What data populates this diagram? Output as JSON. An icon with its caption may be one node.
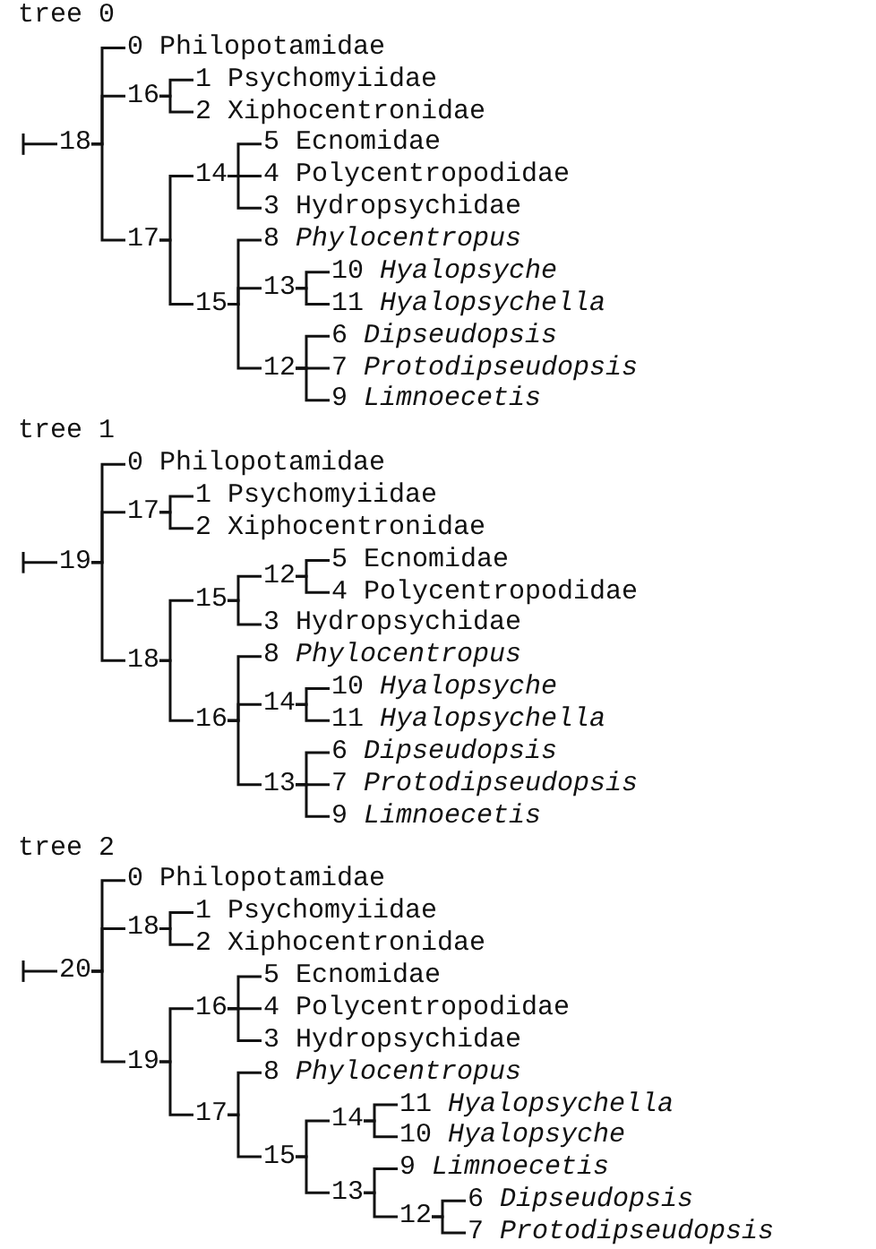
{
  "diagram": {
    "nodes": [
      {
        "text": [
          "18"
        ]
      },
      {
        "text": [
          "0 Philopotamidae"
        ]
      },
      {
        "text": [
          "16"
        ]
      },
      {
        "text": [
          "1 Psychomyiidae"
        ]
      },
      {
        "text": [
          "2 Xiphocentronidae"
        ]
      },
      {
        "text": [
          "17"
        ]
      },
      {
        "text": [
          "14"
        ]
      },
      {
        "text": [
          "5 Ecnomidae"
        ]
      },
      {
        "text": [
          "4 Polycentropodidae"
        ]
      },
      {
        "text": [
          "3 Hydropsychidae"
        ]
      },
      {
        "text": [
          "15"
        ]
      },
      {
        "text": [
          "8 *Phylocentropus*"
        ]
      },
      {
        "text": [
          "13"
        ]
      },
      {
        "text": [
          "10 *Hyalopsyche*"
        ]
      },
      {
        "text": [
          "11 *Hyalopsychella*"
        ]
      },
      {
        "text": [
          "12"
        ]
      },
      {
        "text": [
          "6 *Dipseudopsis*"
        ]
      },
      {
        "text": [
          "7 *Protodipseudopsis*"
        ]
      },
      {
        "text": [
          "9 *Limnoecetis*"
        ]
      },
      {
        "text": [
          "19"
        ]
      },
      {
        "text": [
          "0 Philopotamidae"
        ]
      },
      {
        "text": [
          "17"
        ]
      },
      {
        "text": [
          "1 Psychomyiidae"
        ]
      },
      {
        "text": [
          "2 Xiphocentronidae"
        ]
      },
      {
        "text": [
          "18"
        ]
      },
      {
        "text": [
          "15"
        ]
      },
      {
        "text": [
          "12"
        ]
      },
      {
        "text": [
          "5 Ecnomidae"
        ]
      },
      {
        "text": [
          "4 Polycentropodidae"
        ]
      },
      {
        "text": [
          "3 Hydropsychidae"
        ]
      },
      {
        "text": [
          "16"
        ]
      },
      {
        "text": [
          "8 *Phylocentropus*"
        ]
      },
      {
        "text": [
          "14"
        ]
      },
      {
        "text": [
          "10 *Hyalopsyche*"
        ]
      },
      {
        "text": [
          "11 *Hyalopsychella*"
        ]
      },
      {
        "text": [
          "13"
        ]
      },
      {
        "text": [
          "6 *Dipseudopsis*"
        ]
      },
      {
        "text": [
          "7 *Protodipseudopsis*"
        ]
      },
      {
        "text": [
          "9 *Limnoecetis*"
        ]
      },
      {
        "text": [
          "20"
        ]
      },
      {
        "text": [
          "0 Philopotamidae"
        ]
      },
      {
        "text": [
          "18"
        ]
      },
      {
        "text": [
          "1 Psychomyiidae"
        ]
      },
      {
        "text": [
          "2 Xiphocentronidae"
        ]
      },
      {
        "text": [
          "19"
        ]
      },
      {
        "text": [
          "16"
        ]
      },
      {
        "text": [
          "5 Ecnomidae"
        ]
      },
      {
        "text": [
          "4 Polycentropodidae"
        ]
      },
      {
        "text": [
          "3 Hydropsychidae"
        ]
      },
      {
        "text": [
          "17"
        ]
      },
      {
        "text": [
          "8 *Phylocentropus*"
        ]
      },
      {
        "text": [
          "15"
        ]
      },
      {
        "text": [
          "14"
        ]
      },
      {
        "text": [
          "11 *Hyalopsychella*"
        ]
      },
      {
        "text": [
          "10 *Hyalopsyche*"
        ]
      },
      {
        "text": [
          "13"
        ]
      },
      {
        "text": [
          "9 *Limnoecetis*"
        ]
      },
      {
        "text": [
          "12"
        ]
      },
      {
        "text": [
          "6 *Dipseudopsis*"
        ]
      },
      {
        "text": [
          "7 *Protodipseudopsis*"
        ]
      }
    ],
    "edges": [
      {
        "from": null,
        "to": 0,
        "arrow": "other"
      },
      {
        "from": 0,
        "to": 1,
        "arrow": "none"
      },
      {
        "from": 0,
        "to": 2,
        "arrow": "none"
      },
      {
        "from": 0,
        "to": 5,
        "arrow": "none"
      },
      {
        "from": 2,
        "to": 3,
        "arrow": "none"
      },
      {
        "from": 2,
        "to": 4,
        "arrow": "none"
      },
      {
        "from": 5,
        "to": 6,
        "arrow": "none"
      },
      {
        "from": 5,
        "to": 10,
        "arrow": "none"
      },
      {
        "from": 6,
        "to": 7,
        "arrow": "none"
      },
      {
        "from": 6,
        "to": 8,
        "arrow": "none"
      },
      {
        "from": 6,
        "to": 9,
        "arrow": "none"
      },
      {
        "from": 10,
        "to": 11,
        "arrow": "none"
      },
      {
        "from": 10,
        "to": 12,
        "arrow": "none"
      },
      {
        "from": 10,
        "to": 15,
        "arrow": "none"
      },
      {
        "from": 12,
        "to": 13,
        "arrow": "none"
      },
      {
        "from": 12,
        "to": 14,
        "arrow": "none"
      },
      {
        "from": 15,
        "to": 16,
        "arrow": "none"
      },
      {
        "from": 15,
        "to": 17,
        "arrow": "none"
      },
      {
        "from": 15,
        "to": 18,
        "arrow": "none"
      },
      {
        "from": null,
        "to": 19,
        "arrow": "other"
      },
      {
        "from": 19,
        "to": 20,
        "arrow": "none"
      },
      {
        "from": 19,
        "to": 21,
        "arrow": "none"
      },
      {
        "from": 19,
        "to": 24,
        "arrow": "none"
      },
      {
        "from": 21,
        "to": 22,
        "arrow": "none"
      },
      {
        "from": 21,
        "to": 23,
        "arrow": "none"
      },
      {
        "from": 24,
        "to": 25,
        "arrow": "none"
      },
      {
        "from": 24,
        "to": 30,
        "arrow": "none"
      },
      {
        "from": 25,
        "to": 26,
        "arrow": "none"
      },
      {
        "from": 25,
        "to": 29,
        "arrow": "none"
      },
      {
        "from": 26,
        "to": 27,
        "arrow": "none"
      },
      {
        "from": 26,
        "to": 28,
        "arrow": "none"
      },
      {
        "from": 30,
        "to": 31,
        "arrow": "none"
      },
      {
        "from": 30,
        "to": 32,
        "arrow": "none"
      },
      {
        "from": 30,
        "to": 35,
        "arrow": "none"
      },
      {
        "from": 32,
        "to": 33,
        "arrow": "none"
      },
      {
        "from": 32,
        "to": 34,
        "arrow": "none"
      },
      {
        "from": 35,
        "to": 36,
        "arrow": "none"
      },
      {
        "from": 35,
        "to": 37,
        "arrow": "none"
      },
      {
        "from": 35,
        "to": 38,
        "arrow": "none"
      },
      {
        "from": null,
        "to": 39,
        "arrow": "other"
      },
      {
        "from": 39,
        "to": 40,
        "arrow": "none"
      },
      {
        "from": 39,
        "to": 41,
        "arrow": "none"
      },
      {
        "from": 39,
        "to": 44,
        "arrow": "none"
      },
      {
        "from": 41,
        "to": 42,
        "arrow": "none"
      },
      {
        "from": 41,
        "to": 43,
        "arrow": "none"
      },
      {
        "from": 44,
        "to": 45,
        "arrow": "none"
      },
      {
        "from": 44,
        "to": 49,
        "arrow": "none"
      },
      {
        "from": 45,
        "to": 46,
        "arrow": "none"
      },
      {
        "from": 45,
        "to": 47,
        "arrow": "none"
      },
      {
        "from": 45,
        "to": 48,
        "arrow": "none"
      },
      {
        "from": 49,
        "to": 50,
        "arrow": "none"
      },
      {
        "from": 49,
        "to": 51,
        "arrow": "none"
      },
      {
        "from": 51,
        "to": 52,
        "arrow": "none"
      },
      {
        "from": 51,
        "to": 55,
        "arrow": "none"
      },
      {
        "from": 52,
        "to": 53,
        "arrow": "none"
      },
      {
        "from": 52,
        "to": 54,
        "arrow": "none"
      },
      {
        "from": 55,
        "to": 56,
        "arrow": "none"
      },
      {
        "from": 55,
        "to": 57,
        "arrow": "none"
      },
      {
        "from": 57,
        "to": 58,
        "arrow": "none"
      },
      {
        "from": 57,
        "to": 59,
        "arrow": "none"
      }
    ],
    "labels": [
      "tree 0",
      "tree 1",
      "tree 2"
    ]
  }
}
